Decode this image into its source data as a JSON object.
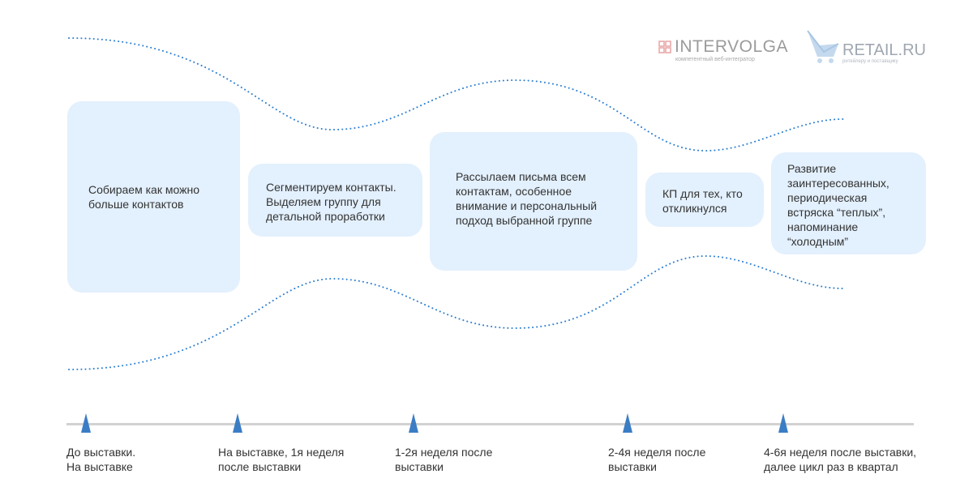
{
  "logos": {
    "intervolga": {
      "name": "INTERVOLGA",
      "tagline": "компетентный веб-интегратор",
      "accent": "#e8a3a3"
    },
    "retail": {
      "name": "RETAIL.RU",
      "tagline": "ритейлеру и поставщику",
      "accent": "#c4d9ee"
    }
  },
  "stages": [
    {
      "lines": [
        "Собираем как можно",
        "больше контактов"
      ]
    },
    {
      "lines": [
        "Сегментируем контакты.",
        "Выделяем группу для",
        "детальной проработки"
      ]
    },
    {
      "lines": [
        "Рассылаем письма всем",
        "контактам, особенное",
        "внимание и персональный",
        "подход выбранной группе"
      ]
    },
    {
      "lines": [
        "КП для тех, кто",
        "откликнулся"
      ]
    },
    {
      "lines": [
        "Развитие",
        "заинтересованных,",
        "периодическая",
        "встряска “теплых”,",
        "напоминание",
        "“холодным”"
      ]
    }
  ],
  "timeline": [
    {
      "lines": [
        "До выставки.",
        "На выставке"
      ]
    },
    {
      "lines": [
        "На выставке, 1я неделя",
        "после выставки"
      ]
    },
    {
      "lines": [
        "1-2я неделя после",
        "выставки"
      ]
    },
    {
      "lines": [
        "2-4я неделя после",
        "выставки"
      ]
    },
    {
      "lines": [
        "4-6я неделя после выставки,",
        "далее цикл раз в квартал"
      ]
    }
  ],
  "colors": {
    "box": "#e3f0fd",
    "dots": "#2e7fd1",
    "marker": "#3b7dc4",
    "axis": "#d2d2d2",
    "text": "#333333"
  }
}
